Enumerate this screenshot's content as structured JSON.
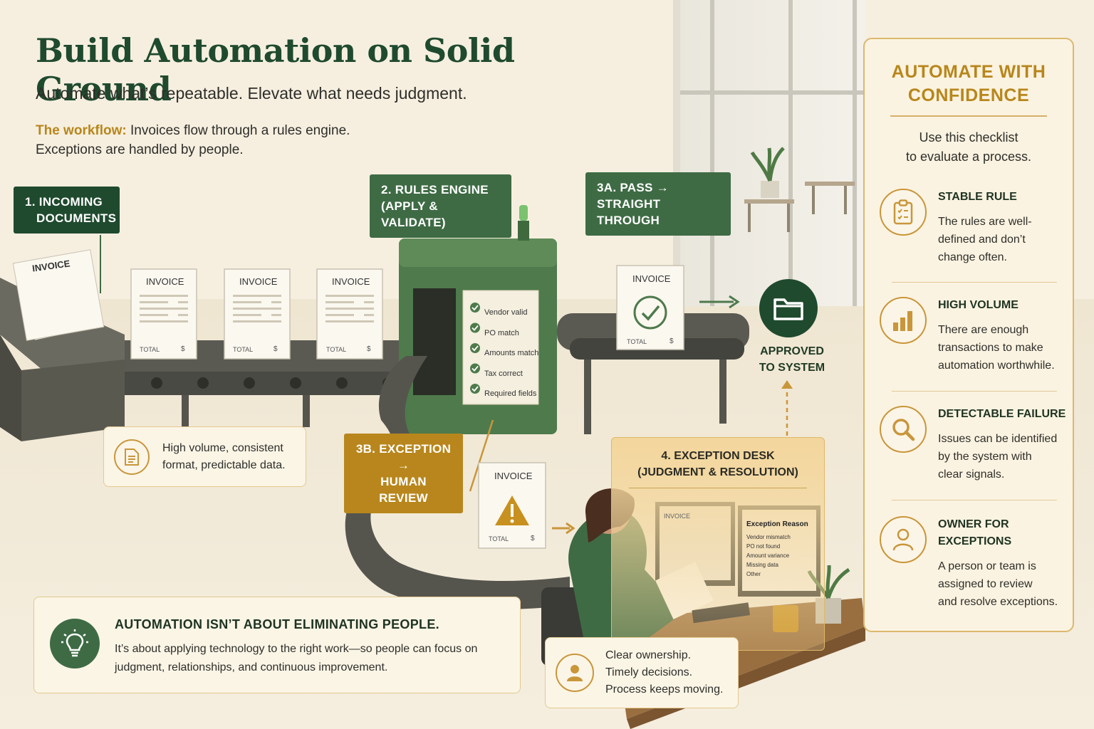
{
  "title": "Build Automation on Solid Ground",
  "subtitle": "Automate what’s repeatable. Elevate what needs judgment.",
  "workflow": {
    "lead": "The workflow:",
    "line1": "Invoices flow through a rules engine.",
    "line2": "Exceptions are handled by people."
  },
  "steps": {
    "incoming": [
      "1. INCOMING",
      "DOCUMENTS"
    ],
    "rules_engine": [
      "2. RULES ENGINE",
      "(APPLY & VALIDATE)"
    ],
    "pass": [
      "3A. PASS →",
      "STRAIGHT THROUGH"
    ],
    "exception": [
      "3B. EXCEPTION →",
      "HUMAN REVIEW"
    ],
    "desk": [
      "4. EXCEPTION DESK",
      "(JUDGMENT & RESOLUTION)"
    ]
  },
  "invoice": {
    "label": "INVOICE",
    "total": "TOTAL",
    "currency": "$"
  },
  "rules_checks": [
    "Vendor valid",
    "PO match",
    "Amounts match",
    "Tax correct",
    "Required fields"
  ],
  "approved": [
    "APPROVED",
    "TO SYSTEM"
  ],
  "volume_note": [
    "High volume, consistent",
    "format, predictable data."
  ],
  "monitor": {
    "left_title": "INVOICE",
    "right_title": "Exception Reason",
    "reasons": [
      "Vendor mismatch",
      "PO not found",
      "Amount variance",
      "Missing data",
      "Other"
    ]
  },
  "owner_note": [
    "Clear ownership.",
    "Timely decisions.",
    "Process keeps moving."
  ],
  "bottom": {
    "title": "AUTOMATION ISN’T ABOUT ELIMINATING PEOPLE.",
    "body": "It’s about applying technology to the right work—so people can focus on judgment, relationships, and continuous improvement."
  },
  "panel": {
    "title": [
      "AUTOMATE WITH",
      "CONFIDENCE"
    ],
    "intro": [
      "Use this checklist",
      "to evaluate a process."
    ],
    "items": [
      {
        "title": "STABLE RULE",
        "desc": [
          "The rules are well-",
          "defined and don’t",
          "change often."
        ],
        "icon": "clipboard-icon"
      },
      {
        "title": "HIGH VOLUME",
        "desc": [
          "There are enough",
          "transactions to make",
          "automation worthwhile."
        ],
        "icon": "bar-chart-icon"
      },
      {
        "title": "DETECTABLE FAILURE",
        "desc": [
          "Issues can be identified",
          "by the system with",
          "clear signals."
        ],
        "icon": "magnifier-icon"
      },
      {
        "title": [
          "OWNER FOR",
          "EXCEPTIONS"
        ],
        "desc": [
          "A person or team is",
          "assigned to review",
          "and resolve exceptions."
        ],
        "icon": "person-icon"
      }
    ]
  },
  "colors": {
    "green_dark": "#1f4a2e",
    "green": "#3e6b44",
    "gold": "#b8861c",
    "cream": "#f6efe0"
  }
}
